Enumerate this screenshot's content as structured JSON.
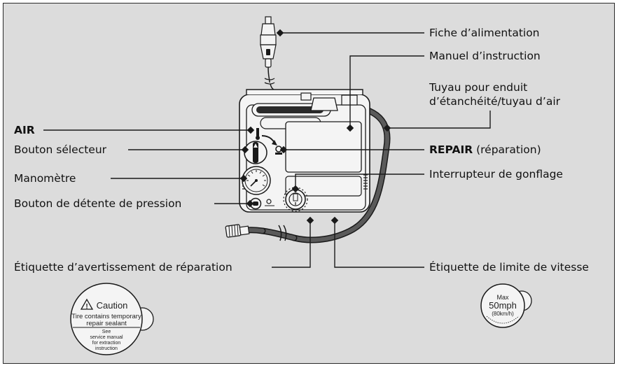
{
  "labels": {
    "power_plug": "Fiche d’alimentation",
    "manual": "Manuel d’instruction",
    "hose_line1": "Tuyau pour enduit",
    "hose_line2": "d’étanchéité/tuyau d’air",
    "air": "AIR",
    "selector": "Bouton sélecteur",
    "repair_bold": "REPAIR",
    "repair_rest": " (réparation)",
    "gauge": "Manomètre",
    "inflate_switch": "Interrupteur de gonflage",
    "pressure_release": "Bouton de détente de pression",
    "repair_warning_label": "Étiquette d’avertissement de réparation",
    "speed_limit_label": "Étiquette de limite de vitesse"
  },
  "caution_sticker": {
    "title": "Caution",
    "line1": "Tire contains temporary",
    "line2": "repair sealant",
    "line3": "See",
    "line4": "service manual",
    "line5": "for extraction",
    "line6": "instruction"
  },
  "speed_sticker": {
    "top": "Max",
    "value": "50mph",
    "metric": "(80km/h)"
  },
  "colors": {
    "background": "#dcdcdc",
    "line": "#1a1a1a",
    "device_body": "#f4f4f4",
    "hose": "#5a5a5a"
  }
}
